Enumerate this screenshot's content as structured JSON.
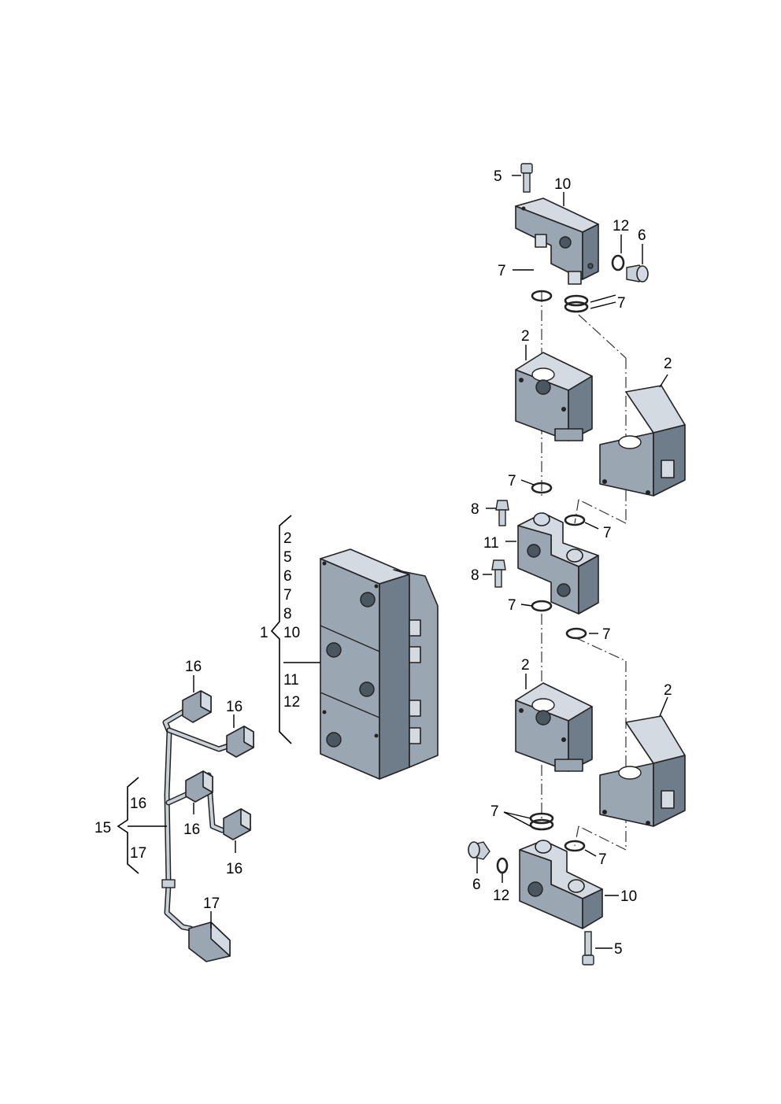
{
  "labels": {
    "bolt_top": "5",
    "bracket_top": "10",
    "seal_ring_top": "12",
    "plug_top": "6",
    "oring_left_1": "7",
    "oring_right_1": "7",
    "valve_upper_left": "2",
    "valve_upper_right": "2",
    "oring_left_2": "7",
    "screw_upper": "8",
    "oring_right_2": "7",
    "manifold": "11",
    "screw_lower": "8",
    "oring_left_3": "7",
    "oring_right_3": "7",
    "valve_lower_left": "2",
    "valve_lower_right": "2",
    "oring_left_4": "7",
    "oring_right_4": "7",
    "plug_bottom": "6",
    "seal_ring_bottom": "12",
    "bracket_bottom": "10",
    "bolt_bottom": "5",
    "assembly": "1",
    "assembly_items_top": [
      "2",
      "5",
      "6",
      "7",
      "8",
      "10"
    ],
    "assembly_items_bottom": [
      "11",
      "12"
    ],
    "connector_a": "16",
    "connector_b": "16",
    "connector_c": "16",
    "connector_d": "16",
    "harness": "15",
    "harness_item_top": "16",
    "harness_item_bottom": "17",
    "plug_connector": "17"
  }
}
